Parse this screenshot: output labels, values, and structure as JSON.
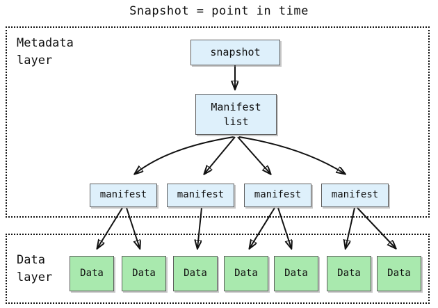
{
  "title": "Snapshot = point in time",
  "layers": {
    "metadata": {
      "label": "Metadata\nlayer"
    },
    "data": {
      "label": "Data\nlayer"
    }
  },
  "nodes": {
    "snapshot": {
      "label": "snapshot"
    },
    "manifest_list": {
      "label": "Manifest\nlist"
    },
    "manifests": [
      {
        "label": "manifest"
      },
      {
        "label": "manifest"
      },
      {
        "label": "manifest"
      },
      {
        "label": "manifest"
      }
    ],
    "data_files": [
      {
        "label": "Data"
      },
      {
        "label": "Data"
      },
      {
        "label": "Data"
      },
      {
        "label": "Data"
      },
      {
        "label": "Data"
      },
      {
        "label": "Data"
      },
      {
        "label": "Data"
      }
    ]
  },
  "edges": [
    {
      "from": "snapshot",
      "to": "manifest-list"
    },
    {
      "from": "manifest-list",
      "to": "manifest-1"
    },
    {
      "from": "manifest-list",
      "to": "manifest-2"
    },
    {
      "from": "manifest-list",
      "to": "manifest-3"
    },
    {
      "from": "manifest-list",
      "to": "manifest-4"
    },
    {
      "from": "manifest-1",
      "to": "data-1"
    },
    {
      "from": "manifest-1",
      "to": "data-2"
    },
    {
      "from": "manifest-2",
      "to": "data-3"
    },
    {
      "from": "manifest-3",
      "to": "data-4"
    },
    {
      "from": "manifest-3",
      "to": "data-5"
    },
    {
      "from": "manifest-4",
      "to": "data-6"
    },
    {
      "from": "manifest-4",
      "to": "data-7"
    }
  ],
  "colors": {
    "metadata_node_fill": "#def0fb",
    "data_node_fill": "#a9e9ae",
    "node_border": "#5c5c5c",
    "arrow": "#111111",
    "dotted_border": "#111111",
    "background": "#ffffff"
  }
}
